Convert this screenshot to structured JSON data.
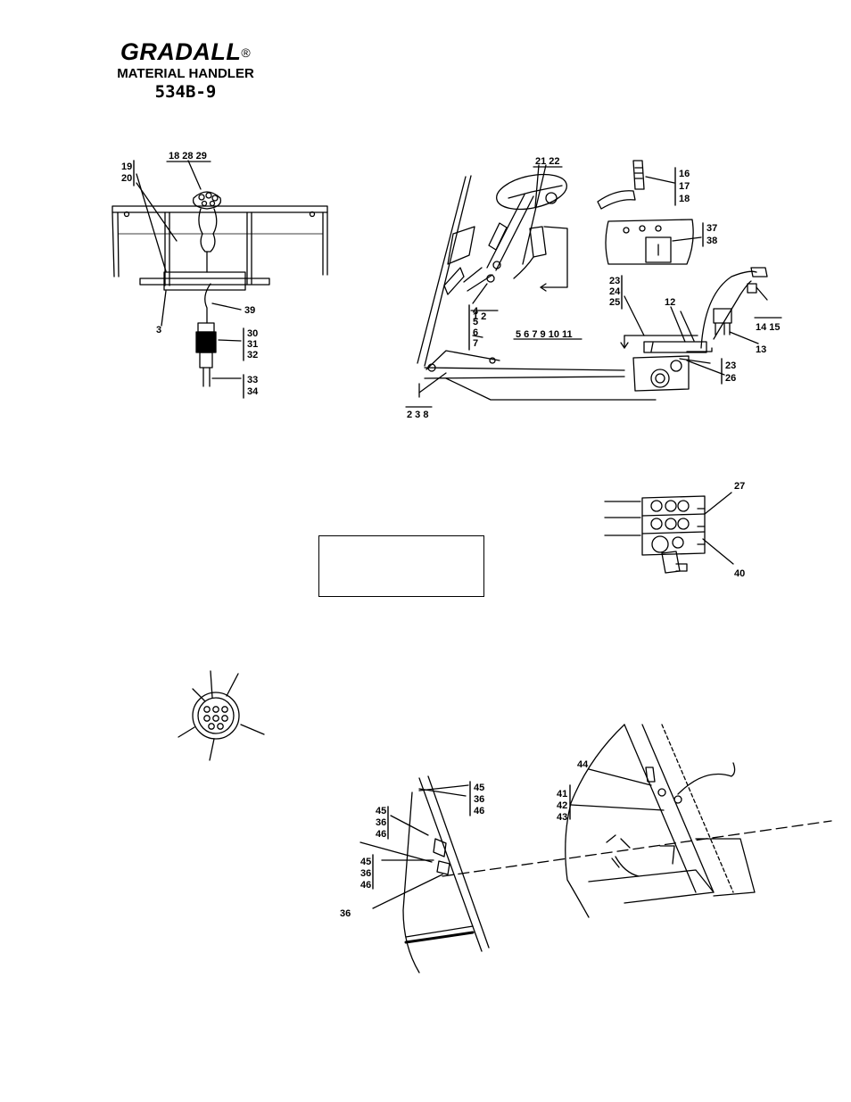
{
  "header": {
    "brand": "GRADALL",
    "registered_mark": "®",
    "subtitle": "MATERIAL HANDLER",
    "model": "534B-9"
  },
  "callouts": {
    "c19_20": [
      "19",
      "20"
    ],
    "c18_28_29": "18 28 29",
    "c3": "3",
    "c39": "39",
    "c30_32": [
      "30",
      "31",
      "32"
    ],
    "c33_34": [
      "33",
      "34"
    ],
    "c21_22": "21 22",
    "c16_18": [
      "16",
      "17",
      "18"
    ],
    "c37_38": [
      "37",
      "38"
    ],
    "c23_25": [
      "23",
      "24",
      "25"
    ],
    "c12": "12",
    "c4_7": [
      "4",
      "5",
      "6",
      "7"
    ],
    "c1_2": "1  2",
    "c5_11": "5 6 7 9 10 11",
    "c14_15": "14  15",
    "c13": "13",
    "c23_26": [
      "23",
      "26"
    ],
    "c2_3_8": "2 3 8",
    "c27": "27",
    "c40": "40",
    "c44": "44",
    "c45_46_a": [
      "45",
      "36",
      "46"
    ],
    "c45_46_b": [
      "45",
      "36",
      "46"
    ],
    "c45_46_c": [
      "45",
      "36",
      "46"
    ],
    "c41_43": [
      "41",
      "42",
      "43"
    ],
    "c36": "36"
  }
}
